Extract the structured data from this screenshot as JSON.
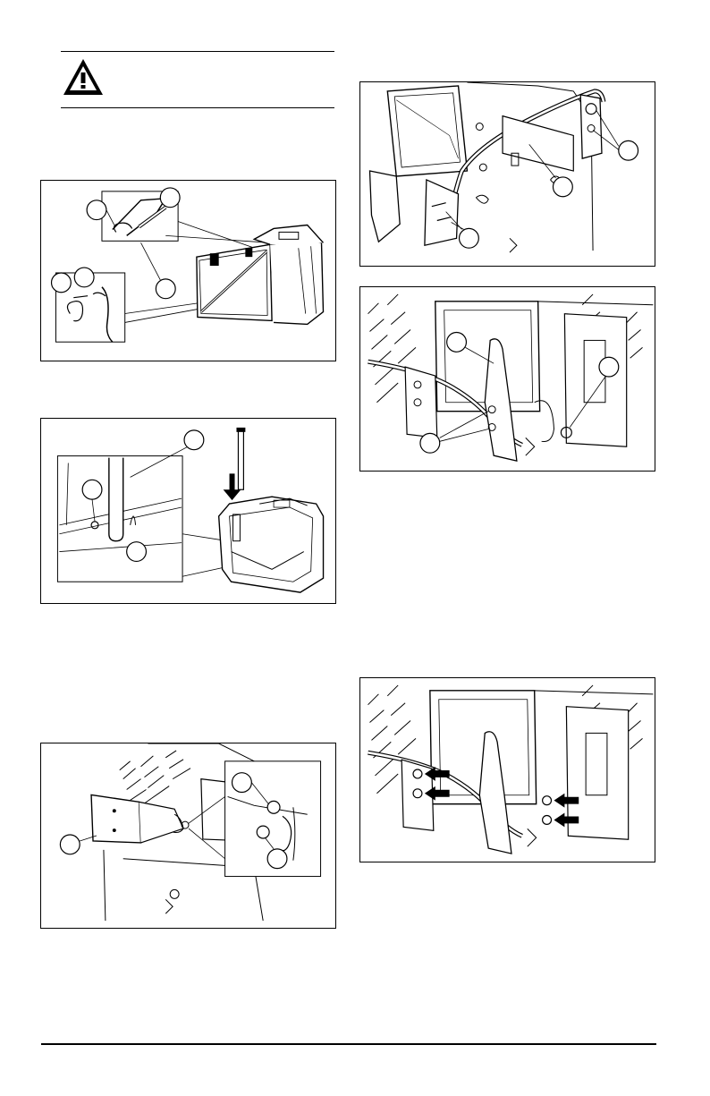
{
  "warning": {
    "icon": "warning-triangle-icon",
    "text": ""
  },
  "figures": [
    {
      "id": "fig-bag-frame-clips",
      "description_icons": [
        "hook-clip",
        "cotter-pin",
        "frame-rod"
      ],
      "callouts": [
        "",
        "",
        "",
        "",
        ""
      ]
    },
    {
      "id": "fig-bag-rod-insert",
      "description_icons": [
        "rod",
        "arrow-down",
        "clip"
      ],
      "callouts": [
        "",
        "",
        ""
      ]
    },
    {
      "id": "fig-bracket-mount",
      "description_icons": [
        "bracket",
        "bolt",
        "washer"
      ],
      "callouts": [
        "",
        "",
        ""
      ]
    },
    {
      "id": "fig-handle-rear",
      "description_icons": [
        "handle",
        "bolt",
        "bracket"
      ],
      "callouts": [
        "",
        "",
        ""
      ]
    },
    {
      "id": "fig-handle-mount-side",
      "description_icons": [
        "handle",
        "bracket",
        "nut"
      ],
      "callouts": [
        "",
        "",
        ""
      ]
    },
    {
      "id": "fig-bolt-arrows",
      "description_icons": [
        "arrow-left",
        "arrow-left",
        "arrow-left",
        "arrow-left"
      ],
      "callouts": []
    }
  ]
}
